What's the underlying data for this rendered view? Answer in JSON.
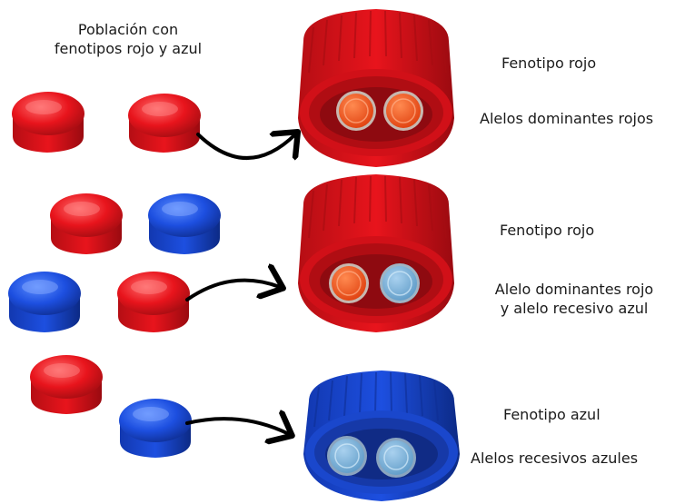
{
  "population_label": {
    "line1": "Población con",
    "line2": "fenotipos rojo y azul"
  },
  "rows": [
    {
      "phenotype": "Fenotipo rojo",
      "alleles": [
        "Alelos dominantes rojos"
      ],
      "cap_color": "red",
      "allele_colors": [
        "orange",
        "orange"
      ]
    },
    {
      "phenotype": "Fenotipo rojo",
      "alleles": [
        "Alelo dominantes rojo",
        "y alelo recesivo azul"
      ],
      "cap_color": "red",
      "allele_colors": [
        "orange",
        "lightblue"
      ]
    },
    {
      "phenotype": "Fenotipo azul",
      "alleles": [
        "Alelos recesivos azules"
      ],
      "cap_color": "blue",
      "allele_colors": [
        "lightblue",
        "lightblue"
      ]
    }
  ],
  "colors": {
    "red": "#e8141c",
    "red_dark": "#a50d12",
    "red_light": "#ff5a5a",
    "blue": "#1d4fe0",
    "blue_dark": "#0f2f95",
    "blue_light": "#4f80ff",
    "orange": "#ff5a1e",
    "lightblue": "#7ab3d9",
    "arrow": "#000000"
  }
}
